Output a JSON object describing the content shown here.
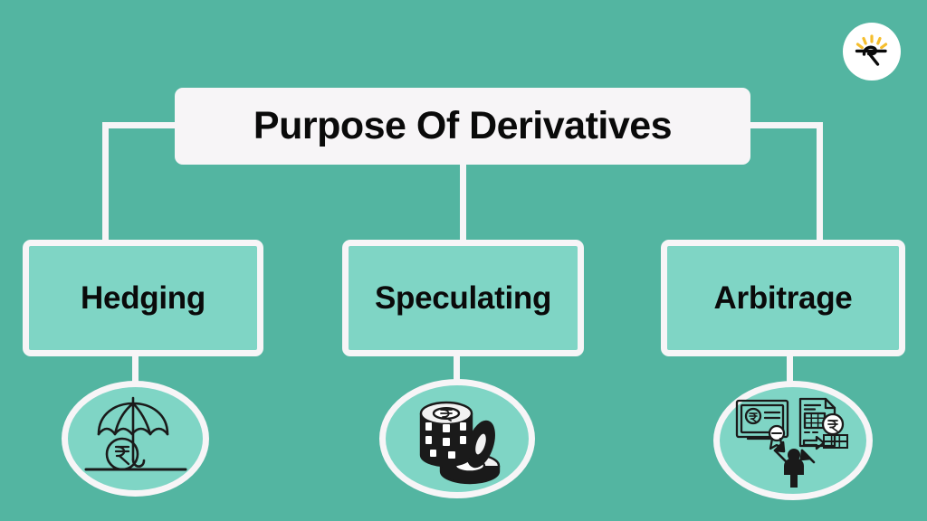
{
  "theme": {
    "background_color": "#53B5A1",
    "card_color": "#F7F5F7",
    "box_fill_color": "#7FD5C5",
    "text_color": "#0A0A0A",
    "logo_accent_color": "#F5BE2E",
    "icon_stroke_color": "#1A1A1A"
  },
  "logo": {
    "name": "rupee-sunrise-logo",
    "symbol": "₹"
  },
  "title": {
    "text": "Purpose Of Derivatives"
  },
  "branches": [
    {
      "id": "hedging",
      "label": "Hedging",
      "icon_name": "umbrella-rupee-coin-icon",
      "currency_symbol": "₹"
    },
    {
      "id": "speculating",
      "label": "Speculating",
      "icon_name": "stacked-coins-icon",
      "currency_symbol": "₹"
    },
    {
      "id": "arbitrage",
      "label": "Arbitrage",
      "icon_name": "certificate-invoice-person-arrows-icon",
      "currency_symbol": "₹"
    }
  ]
}
